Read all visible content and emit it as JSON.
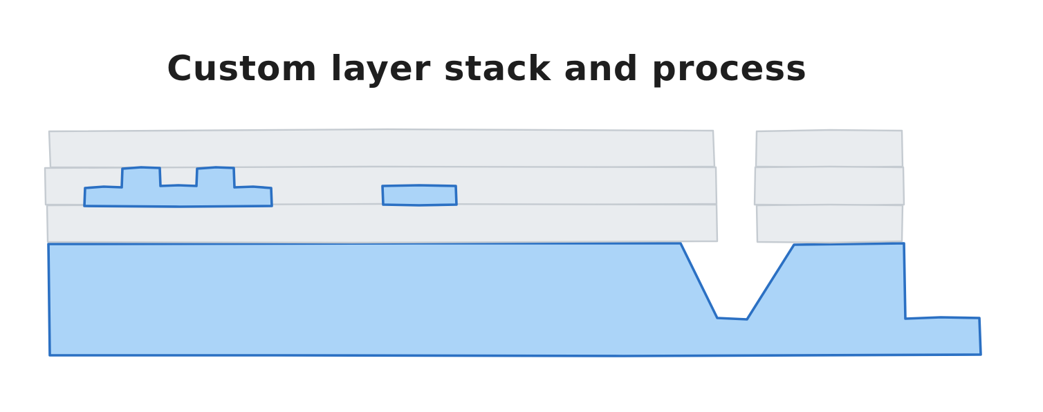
{
  "title": "Custom layer stack and process",
  "colors": {
    "background": "#ffffff",
    "title_color": "#1e1e1e",
    "layer_fill": "#e9ecef",
    "layer_stroke": "#c5cbd1",
    "feature_fill": "#abd4f8",
    "feature_stroke": "#2b70c3"
  },
  "diagram": {
    "left_stack_layer_count": 3,
    "right_stack_layer_count": 3,
    "elements": [
      "left-layer-stack",
      "right-layer-stack",
      "patterned-comb-feature",
      "patterned-bar-feature",
      "substrate-with-etched-trench-and-step"
    ]
  }
}
